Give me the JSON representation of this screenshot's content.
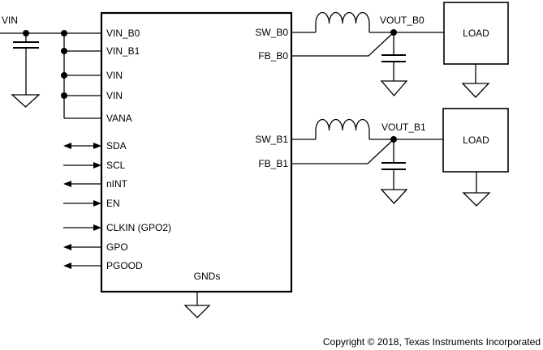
{
  "colors": {
    "background": "#ffffff",
    "line": "#000000",
    "text": "#000000"
  },
  "input": {
    "net_label": "VIN"
  },
  "ic": {
    "left_pins": [
      {
        "label": "VIN_B0",
        "connection": "wire"
      },
      {
        "label": "VIN_B1",
        "connection": "wire"
      },
      {
        "label": "VIN",
        "connection": "wire"
      },
      {
        "label": "VIN",
        "connection": "wire"
      },
      {
        "label": "VANA",
        "connection": "wire"
      },
      {
        "label": "SDA",
        "connection": "arrow-bidirectional"
      },
      {
        "label": "SCL",
        "connection": "arrow-in"
      },
      {
        "label": "nINT",
        "connection": "arrow-out"
      },
      {
        "label": "EN",
        "connection": "arrow-in"
      },
      {
        "label": "CLKIN (GPO2)",
        "connection": "arrow-in"
      },
      {
        "label": "GPO",
        "connection": "arrow-out"
      },
      {
        "label": "PGOOD",
        "connection": "arrow-out"
      }
    ],
    "right_pins": [
      {
        "label": "SW_B0"
      },
      {
        "label": "FB_B0"
      },
      {
        "label": "SW_B1"
      },
      {
        "label": "FB_B1"
      }
    ],
    "bottom_pin": {
      "label": "GNDs"
    }
  },
  "outputs": [
    {
      "net_label": "VOUT_B0",
      "load_label": "LOAD"
    },
    {
      "net_label": "VOUT_B1",
      "load_label": "LOAD"
    }
  ],
  "footer": {
    "copyright": "Copyright © 2018, Texas Instruments Incorporated"
  }
}
